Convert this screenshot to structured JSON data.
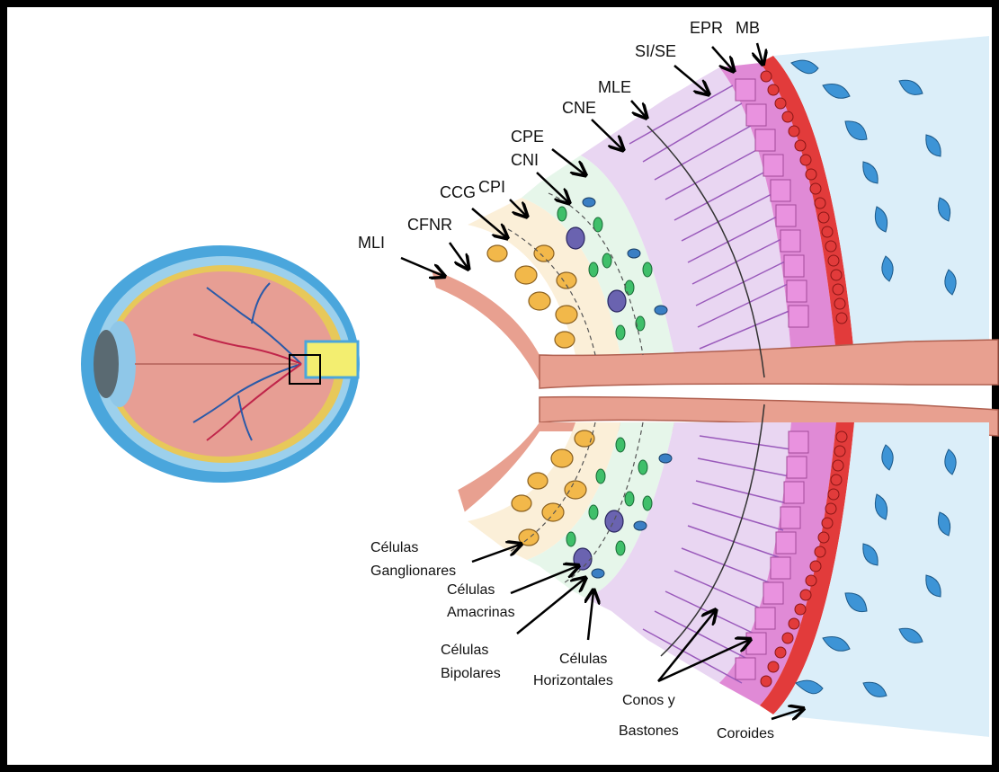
{
  "abbreviations": {
    "mli": "MLI",
    "cfnr": "CFNR",
    "ccg": "CCG",
    "cpi": "CPI",
    "cni": "CNI",
    "cpe": "CPE",
    "cne": "CNE",
    "mle": "MLE",
    "si_se": "SI/SE",
    "epr": "EPR",
    "mb": "MB"
  },
  "cell_labels": {
    "ganglion_line1": "Células",
    "ganglion_line2": "Ganglionares",
    "amacrine_line1": "Células",
    "amacrine_line2": "Amacrinas",
    "bipolar_line1": "Células",
    "bipolar_line2": "Bipolares",
    "horizontal_line1": "Células",
    "horizontal_line2": "Horizontales",
    "cones_line1": "Conos y",
    "cones_line2": "Bastones",
    "choroid": "Coroides"
  },
  "colors": {
    "nerve": "#e8a090",
    "ganglion": "#f2b84a",
    "bipolar": "#3fbf6a",
    "amacrine": "#6a63b0",
    "horizontal": "#3a7fc4",
    "photoreceptor": "#a86bc8",
    "epr": "#e08ad6",
    "membrane": "#e23b3b",
    "choroid": "#3d94d6",
    "sclera": "#4aa6dc",
    "lens": "#8fc7e8"
  }
}
